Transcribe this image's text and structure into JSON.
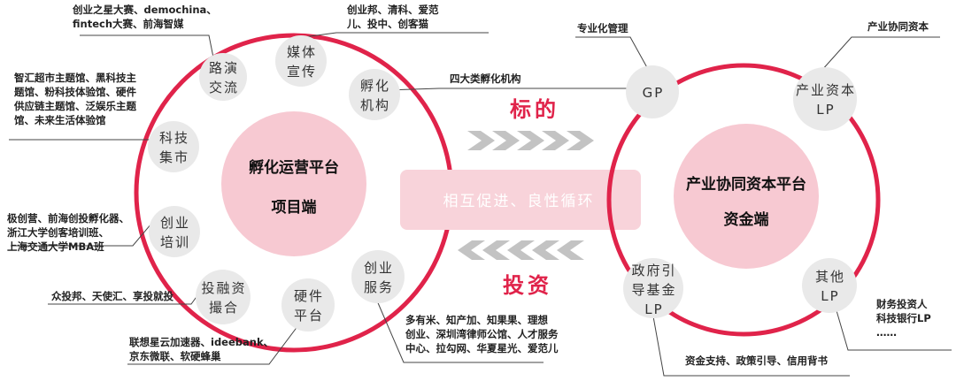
{
  "colors": {
    "ring": "#e0234a",
    "accent_red": "#e0234a",
    "center_fill": "#f7c9d2",
    "band_fill": "#f8d3da",
    "node_fill": "#e9e9e9",
    "arrow_gray": "#c3c3c3",
    "leader": "#444444"
  },
  "left": {
    "center": {
      "line1": "孵化运营平台",
      "line2": "项目端"
    },
    "nodes": {
      "media": {
        "line1": "媒体",
        "line2": "宣传"
      },
      "roadshow": {
        "line1": "路演",
        "line2": "交流"
      },
      "incubator": {
        "line1": "孵化",
        "line2": "机构"
      },
      "market": {
        "line1": "科技",
        "line2": "集市"
      },
      "training": {
        "line1": "创业",
        "line2": "培训"
      },
      "finance": {
        "line1": "投融资",
        "line2": "撮合"
      },
      "hardware": {
        "line1": "硬件",
        "line2": "平台"
      },
      "services": {
        "line1": "创业",
        "line2": "服务"
      }
    },
    "notes": {
      "roadshow": [
        "创业之星大赛、demochina、",
        "fintech大赛、前海智媒"
      ],
      "media": [
        "创业邦、清科、爱范",
        "儿、投中、创客猫"
      ],
      "incubator": [
        "四大类孵化机构"
      ],
      "market": [
        "智汇超市主题馆、黑科技主",
        "题馆、粉科技体验馆、硬件",
        "供应链主题馆、泛娱乐主题",
        "馆、未来生活体验馆"
      ],
      "training": [
        "极创营、前海创投孵化器、",
        "浙江大学创客培训班、",
        "上海交通大学MBA班"
      ],
      "finance": [
        "众投邦、天使汇、享投就投"
      ],
      "hardware": [
        "联想星云加速器、ideebank、",
        "京东微联、软硬蜂巢"
      ],
      "services": [
        "多有米、知产加、知果果、理想",
        "创业、深圳湾律师公馆、人才服务",
        "中心、拉勾网、华夏星光、爱范儿"
      ]
    }
  },
  "middle": {
    "top_label": "标的",
    "bottom_label": "投资",
    "band_text": "相互促进、良性循环"
  },
  "right": {
    "center": {
      "line1": "产业协同资本平台",
      "line2": "资金端"
    },
    "nodes": {
      "gp": {
        "line1": "GP",
        "line2": ""
      },
      "industry": {
        "line1": "产业资本",
        "line2": "LP"
      },
      "gov": {
        "line1": "政府引",
        "line2": "导基金",
        "line3": "LP"
      },
      "other": {
        "line1": "其他",
        "line2": "LP"
      }
    },
    "notes": {
      "gp": [
        "专业化管理"
      ],
      "industry": [
        "产业协同资本"
      ],
      "gov": [
        "资金支持、政策引导、信用背书"
      ],
      "other": [
        "财务投资人",
        "科技银行LP",
        "……"
      ]
    }
  }
}
